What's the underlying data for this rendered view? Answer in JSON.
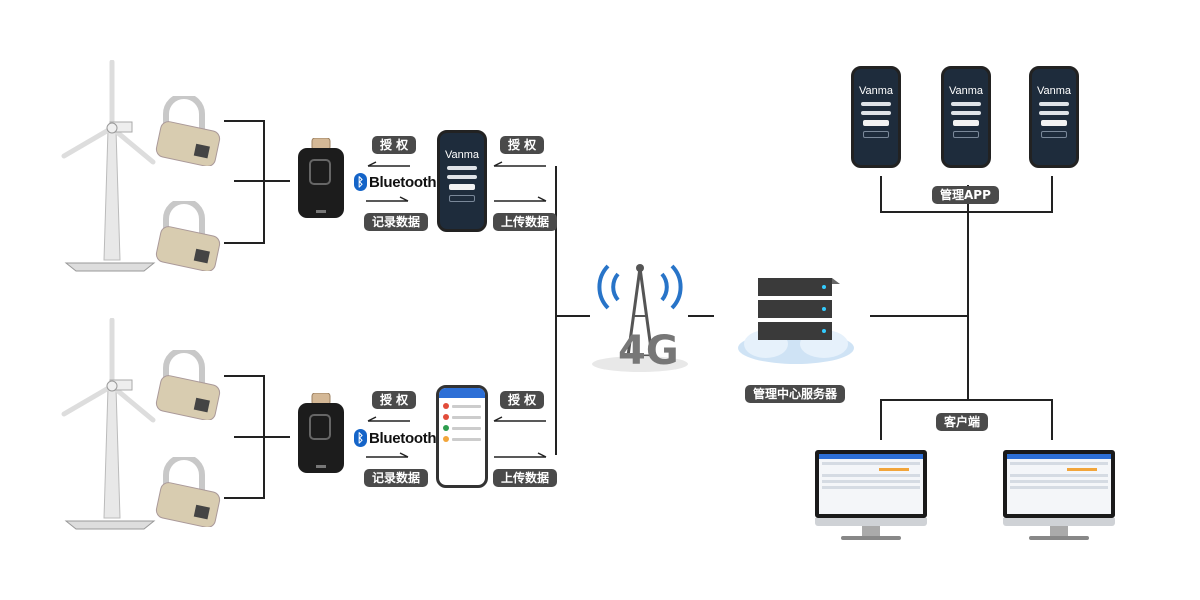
{
  "labels": {
    "authorize": "授 权",
    "record_data": "记录数据",
    "upload_data": "上传数据",
    "bluetooth": "Bluetooth",
    "bluetooth_tm": "™",
    "server": "管理中心服务器",
    "manage_app": "管理APP",
    "client": "客户端",
    "network": "4G"
  },
  "app": {
    "brand": "Vanma"
  },
  "icons": [
    "wind-turbine-icon",
    "padlock-icon",
    "key-device-icon",
    "bluetooth-icon",
    "phone-icon",
    "tower-4g-icon",
    "server-icon",
    "cloud-icon",
    "monitor-icon"
  ],
  "colors": {
    "label_bg": "#4a4a4a",
    "bluetooth": "#1464c8",
    "line": "#222222"
  }
}
